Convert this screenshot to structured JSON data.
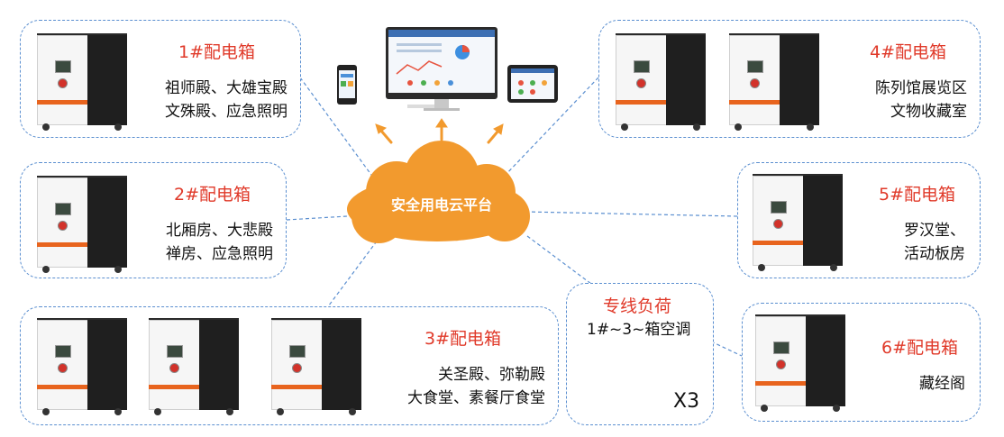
{
  "cloud": {
    "label": "安全用电云平台"
  },
  "boxes": [
    {
      "title": "1#配电箱",
      "lines": [
        "祖师殿、大雄宝殿",
        "文殊殿、应急照明"
      ]
    },
    {
      "title": "2#配电箱",
      "lines": [
        "北厢房、大悲殿",
        "禅房、应急照明"
      ]
    },
    {
      "title": "3#配电箱",
      "lines": [
        "关圣殿、弥勒殿",
        "大食堂、素餐厅食堂"
      ]
    },
    {
      "title": "4#配电箱",
      "lines": [
        "陈列馆展览区",
        "文物收藏室"
      ]
    },
    {
      "title": "5#配电箱",
      "lines": [
        "罗汉堂、",
        "活动板房"
      ]
    },
    {
      "title": "6#配电箱",
      "lines": [
        "藏经阁"
      ]
    }
  ],
  "dedicated": {
    "title": "专线负荷",
    "subtitle": "1#~3~箱空调",
    "multiplier": "X3"
  },
  "colors": {
    "accent_red": "#e03a2a",
    "dash_blue": "#5b8fd0",
    "cloud_orange": "#f29a2e",
    "arrow_orange": "#f29a2e"
  }
}
